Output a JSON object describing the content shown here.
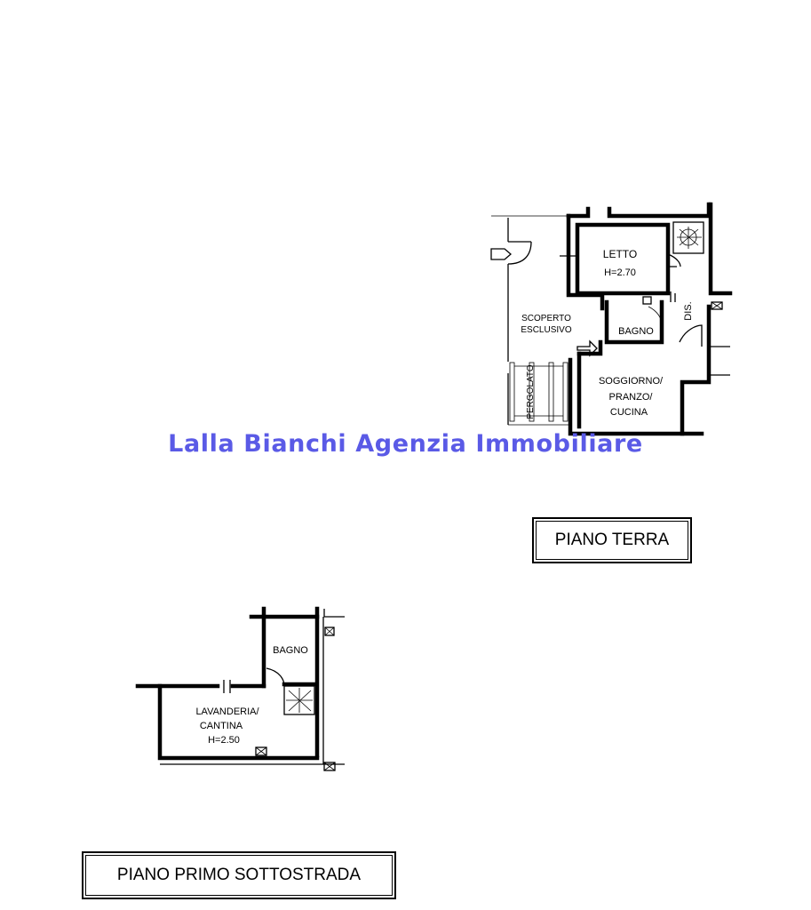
{
  "watermark": "Lalla Bianchi Agenzia Immobiliare",
  "watermark_color": "#5a5ae6",
  "floors": {
    "ground": {
      "title": "PIANO TERRA",
      "rooms": {
        "letto": "LETTO",
        "letto_height": "H=2.70",
        "bagno": "BAGNO",
        "dis": "DIS.",
        "scoperto_1": "SCOPERTO",
        "scoperto_2": "ESCLUSIVO",
        "pergolato": "PERGOLATO",
        "soggiorno_1": "SOGGIORNO/",
        "soggiorno_2": "PRANZO/",
        "soggiorno_3": "CUCINA"
      }
    },
    "basement": {
      "title": "PIANO PRIMO SOTTOSTRADA",
      "rooms": {
        "bagno": "BAGNO",
        "lavanderia_1": "LAVANDERIA/",
        "lavanderia_2": "CANTINA",
        "lavanderia_height": "H=2.50"
      }
    }
  }
}
